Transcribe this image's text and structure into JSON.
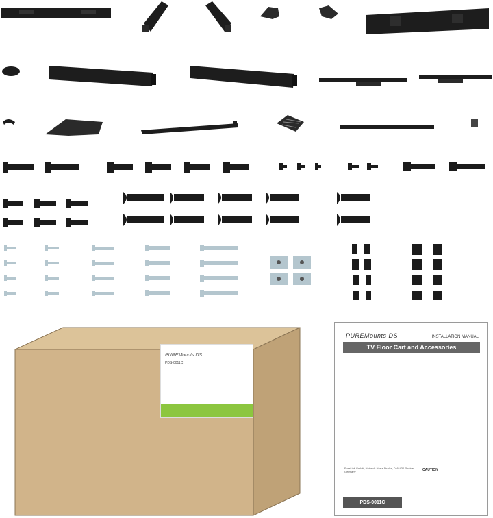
{
  "manual": {
    "brand": "PUREMounts DS",
    "header_label": "INSTALLATION MANUAL",
    "title": "TV Floor Cart and Accessories",
    "model": "PDS-0011C",
    "company_text": "PureLink GmbH, Heinrich-Hertz-Straße, D-48432 Rheine, Germany",
    "caution": "CAUTION"
  },
  "box_label": {
    "brand": "PUREMounts DS",
    "model": "PDS-0011C"
  },
  "colors": {
    "part": "#1a1a1a",
    "steel": "#b4c6ce",
    "cardboard": "#d1b48a",
    "label_green": "#8cc63f"
  }
}
